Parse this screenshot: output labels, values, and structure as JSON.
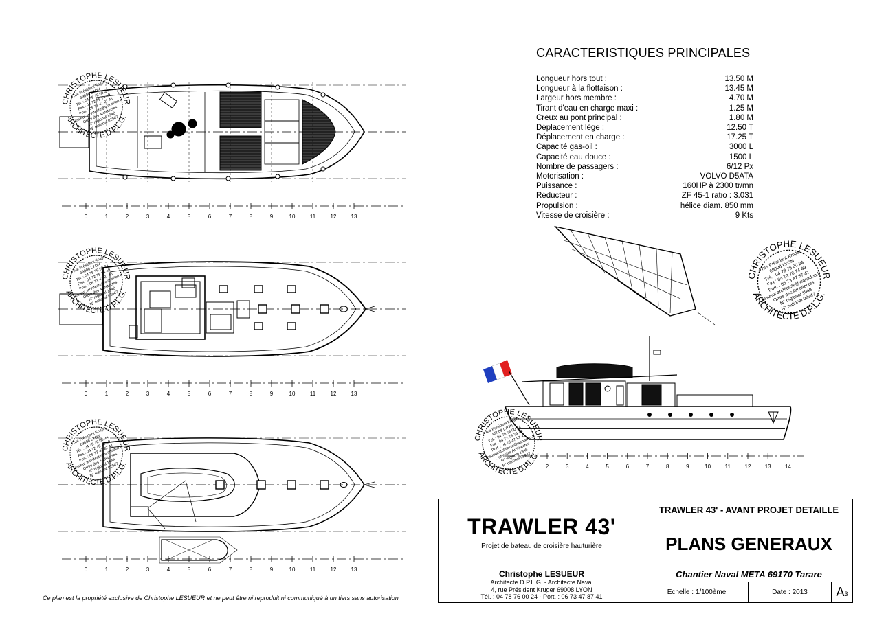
{
  "specs": {
    "title": "CARACTERISTIQUES PRINCIPALES",
    "rows": [
      {
        "label": "Longueur hors tout :",
        "value": "13.50 M"
      },
      {
        "label": "Longueur à la flottaison :",
        "value": "13.45 M"
      },
      {
        "label": "Largeur hors membre :",
        "value": "4.70 M"
      },
      {
        "label": "Tirant d'eau en charge maxi :",
        "value": "1.25 M"
      },
      {
        "label": "Creux au pont principal :",
        "value": "1.80 M"
      },
      {
        "label": "Déplacement lège :",
        "value": "12.50 T"
      },
      {
        "label": "Déplacement en charge :",
        "value": "17.25 T"
      },
      {
        "label": "Capacité gas-oil :",
        "value": "3000 L"
      },
      {
        "label": "Capacité eau douce :",
        "value": "1500 L"
      },
      {
        "label": "Nombre de passagers :",
        "value": "6/12 Px"
      },
      {
        "label": "Motorisation :",
        "value": "VOLVO D5ATA"
      },
      {
        "label": "Puissance :",
        "value": "160HP à 2300 tr/mn"
      },
      {
        "label": "Réducteur :",
        "value": "ZF 45-1 ratio : 3.031"
      },
      {
        "label": "Propulsion :",
        "value": "hélice diam. 850 mm"
      },
      {
        "label": "Vitesse de croisière :",
        "value": "9 Kts"
      }
    ]
  },
  "stamp": {
    "top": "CHRISTOPHE LESUEUR",
    "bottom": "ARCHITECTE D.P.L.G.",
    "lines": [
      "4 rue Président Kruger",
      "69008 LYON",
      "Tél. : 04 78 76 00 24",
      "Fax : 04 72 78 74 49",
      "Port. : 06 73 47 87 41",
      "lesueur.architecte@wanadoo.fr",
      "Ordre des Architectes",
      "N° régional 1948",
      "N° national 02947"
    ]
  },
  "plan_ticks": [
    "0",
    "1",
    "2",
    "3",
    "4",
    "5",
    "6",
    "7",
    "8",
    "9",
    "10",
    "11",
    "12",
    "13"
  ],
  "profile_ticks": [
    "2",
    "3",
    "4",
    "5",
    "6",
    "7",
    "8",
    "9",
    "10",
    "11",
    "12",
    "13",
    "14"
  ],
  "title_block": {
    "boat_name": "TRAWLER 43'",
    "boat_subtitle": "Projet de bateau de croisière hauturière",
    "architect_name": "Christophe LESUEUR",
    "architect_line1": "Architecte D.P.L.G. - Architecte Naval",
    "architect_line2": "4, rue Président Kruger 69008 LYON",
    "architect_line3": "Tél. : 04 78 76 00 24 - Port. : 06 73 47 87 41",
    "project": "TRAWLER 43' - AVANT PROJET DETAILLE",
    "plan_title": "PLANS GENERAUX",
    "shipyard": "Chantier Naval META 69170 Tarare",
    "scale": "Echelle : 1/100ème",
    "date": "Date : 2013",
    "format_letter": "A",
    "format_number": "3"
  },
  "footer_note": "Ce plan est la propriété exclusive de Christophe LESUEUR et ne peut être ni reproduit ni communiqué à un tiers sans autorisation",
  "colors": {
    "line": "#000000",
    "flag_blue": "#1f3fbf",
    "flag_red": "#e22020"
  }
}
